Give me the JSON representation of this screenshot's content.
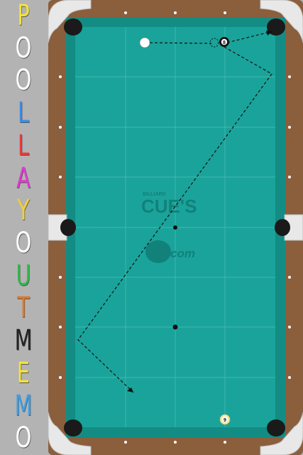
{
  "app": {
    "title_letters": [
      {
        "char": "P",
        "color": "#f2e23a"
      },
      {
        "char": "O",
        "color": "#ffffff"
      },
      {
        "char": "O",
        "color": "#ffffff"
      },
      {
        "char": "L",
        "color": "#3a8de8"
      },
      {
        "char": "L",
        "color": "#e83a3a"
      },
      {
        "char": "A",
        "color": "#e03ad0"
      },
      {
        "char": "Y",
        "color": "#f2d23a"
      },
      {
        "char": "O",
        "color": "#ffffff"
      },
      {
        "char": "U",
        "color": "#2fb84a"
      },
      {
        "char": "T",
        "color": "#e07a2a"
      },
      {
        "char": "M",
        "color": "#222222"
      },
      {
        "char": "E",
        "color": "#f2e23a"
      },
      {
        "char": "M",
        "color": "#3aa0e8"
      },
      {
        "char": "O",
        "color": "#ffffff"
      }
    ]
  },
  "table": {
    "cloth_color": "#1aa39a",
    "rail_color": "#8b5e3c",
    "logo": {
      "small_text": "BILLIARD",
      "brand_text": "CUE'S",
      "com_text": "com",
      "color": "#11817a"
    }
  },
  "balls": {
    "cue": {
      "label": ""
    },
    "ball_8": {
      "label": "8"
    },
    "ball_9": {
      "label": "9"
    }
  },
  "colors": {
    "cue_ball": "#ffffff",
    "eight_ball": "#111111",
    "nine_ball": "#f4e7a0",
    "path": "#111111"
  }
}
